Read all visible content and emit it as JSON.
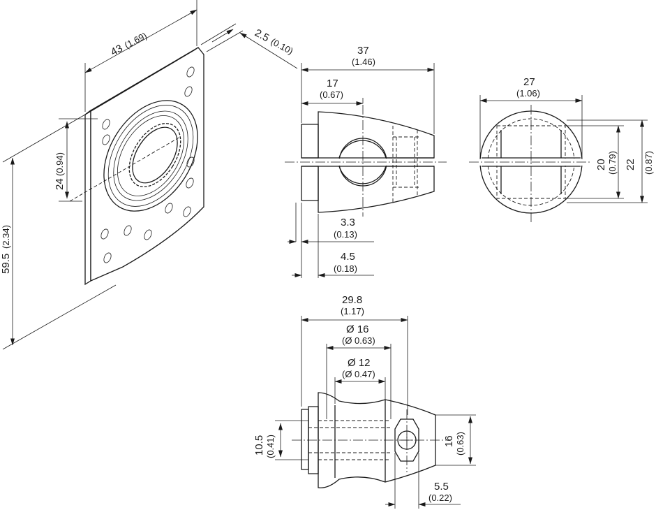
{
  "dimensions": {
    "plate_width": {
      "mm": "43",
      "inch": "(1.69)"
    },
    "plate_thickness": {
      "mm": "2.5",
      "inch": "(0.10)"
    },
    "plate_height": {
      "mm": "59.5",
      "inch": "(2.34)"
    },
    "bore_height": {
      "mm": "24",
      "inch": "(0.94)"
    },
    "side_length": {
      "mm": "37",
      "inch": "(1.46)"
    },
    "side_bore_offset": {
      "mm": "17",
      "inch": "(0.67)"
    },
    "slot_width": {
      "mm": "3.3",
      "inch": "(0.13)"
    },
    "flange_width": {
      "mm": "4.5",
      "inch": "(0.18)"
    },
    "end_diameter": {
      "mm": "27",
      "inch": "(1.06)"
    },
    "end_inner": {
      "mm": "20",
      "inch": "(0.79)"
    },
    "end_outer": {
      "mm": "22",
      "inch": "(0.87)"
    },
    "bottom_length": {
      "mm": "29.8",
      "inch": "(1.17)"
    },
    "bore_16": {
      "mm": "Ø 16",
      "inch": "(Ø 0.63)"
    },
    "bore_12": {
      "mm": "Ø 12",
      "inch": "(Ø 0.47)"
    },
    "neck_height": {
      "mm": "10.5",
      "inch": "(0.41)"
    },
    "body_height": {
      "mm": "16",
      "inch": "(0.63)"
    },
    "screw_offset": {
      "mm": "5.5",
      "inch": "(0.22)"
    }
  }
}
